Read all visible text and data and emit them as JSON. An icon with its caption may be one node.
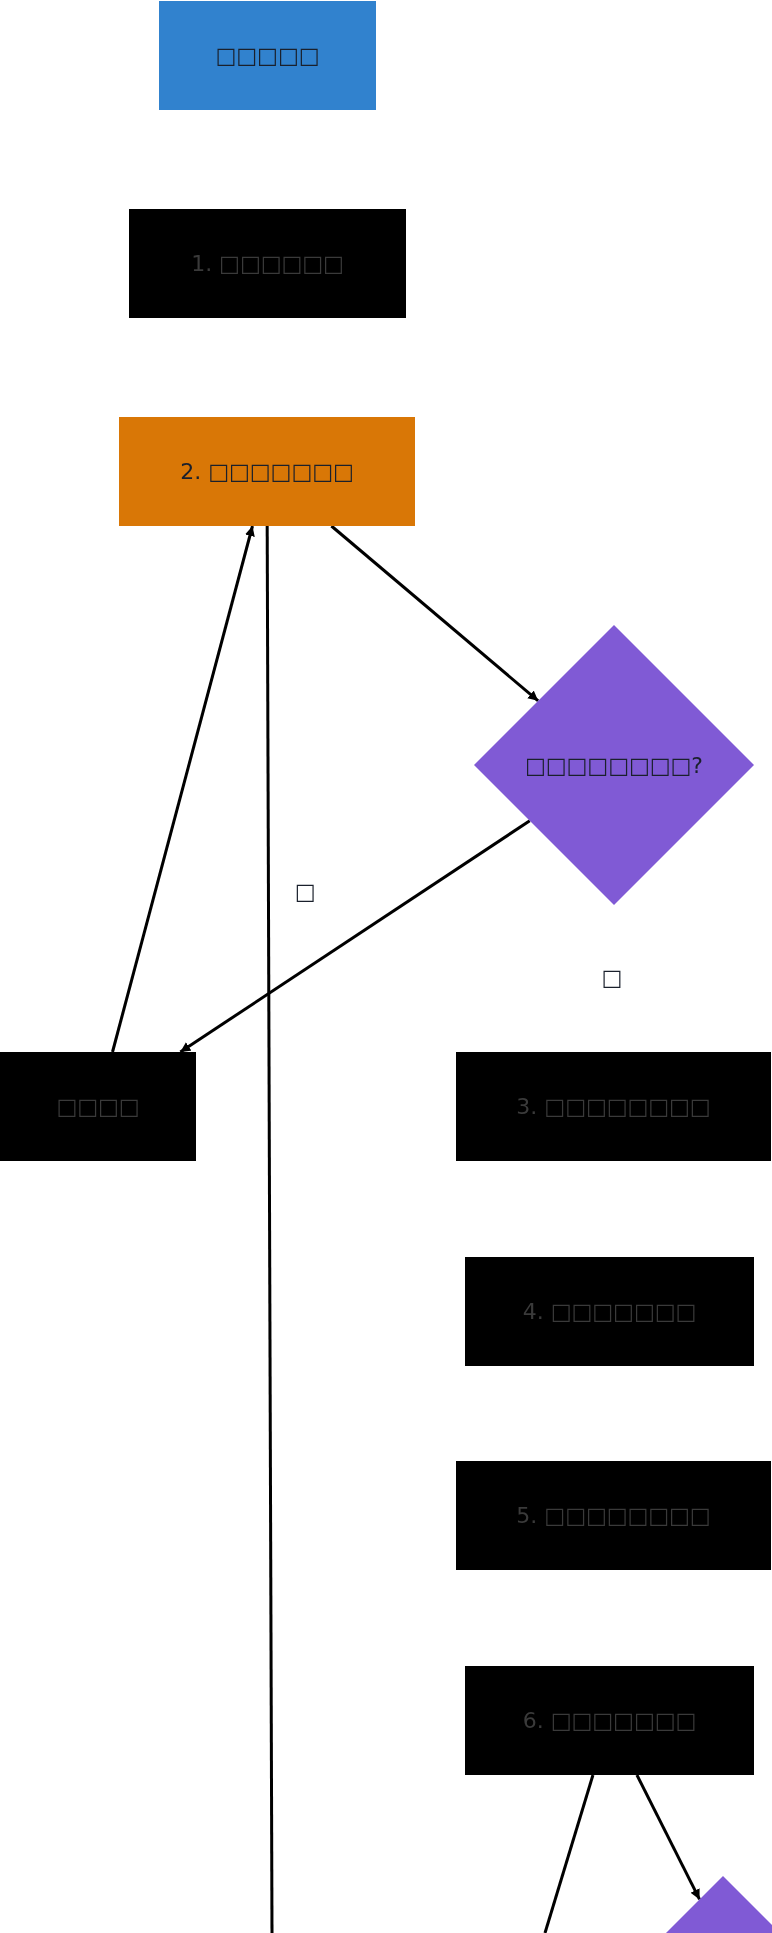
{
  "diagram": {
    "nodes": [
      {
        "text": [
          "□□□□□"
        ]
      },
      {
        "text": [
          "1. □□□□□□"
        ]
      },
      {
        "text": [
          "2. □□□□□□□"
        ]
      },
      {
        "text": [
          "□□□□□□□□?"
        ]
      },
      {
        "text": [
          "□□□□"
        ]
      },
      {
        "text": [
          "3. □□□□□□□□"
        ]
      },
      {
        "text": [
          "4. □□□□□□□"
        ]
      },
      {
        "text": [
          "5. □□□□□□□□"
        ]
      },
      {
        "text": [
          "6. □□□□□□□"
        ]
      },
      {
        "text": [],
        "shape": "diamond"
      }
    ],
    "edges": [
      {
        "from": 2,
        "to": 3,
        "arrow": "to"
      },
      {
        "from": 3,
        "to": 4,
        "arrow": "to",
        "label": "□"
      },
      {
        "from": 4,
        "to": 2,
        "arrow": "to"
      },
      {
        "from": 2,
        "to": null,
        "arrow": "none"
      },
      {
        "from": 8,
        "to": null,
        "arrow": "none"
      },
      {
        "from": 8,
        "to": 9,
        "arrow": "to"
      }
    ],
    "labels": [
      "□"
    ]
  }
}
